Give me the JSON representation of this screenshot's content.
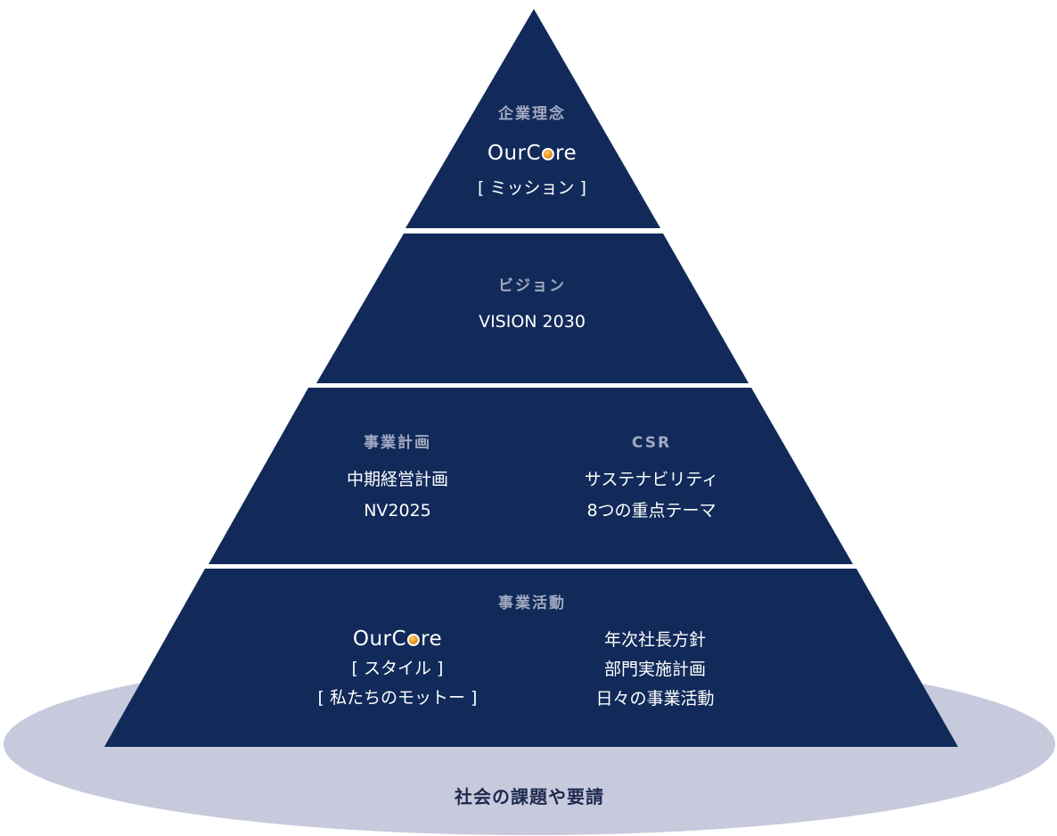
{
  "colors": {
    "tier_fill": "#112a5a",
    "muted_text": "#a3a9c1",
    "foundation_fill": "#c7cadc",
    "foundation_text": "#1f2a4f"
  },
  "tier1": {
    "heading": "企業理念",
    "brand_prefix": "OurC",
    "brand_suffix": "re",
    "subtitle": "[ ミッション ]"
  },
  "tier2": {
    "heading": "ビジョン",
    "line": "VISION 2030"
  },
  "tier3": {
    "left": {
      "heading": "事業計画",
      "line1": "中期経営計画",
      "line2": "NV2025"
    },
    "right": {
      "heading": "CSR",
      "line1": "サステナビリティ",
      "line2": "8つの重点テーマ"
    }
  },
  "tier4": {
    "heading": "事業活動",
    "left": {
      "brand_prefix": "OurC",
      "brand_suffix": "re",
      "line1": "[ スタイル ]",
      "line2": "[ 私たちのモットー ]"
    },
    "right": {
      "line1": "年次社長方針",
      "line2": "部門実施計画",
      "line3": "日々の事業活動"
    }
  },
  "foundation": {
    "text": "社会の課題や要請"
  }
}
